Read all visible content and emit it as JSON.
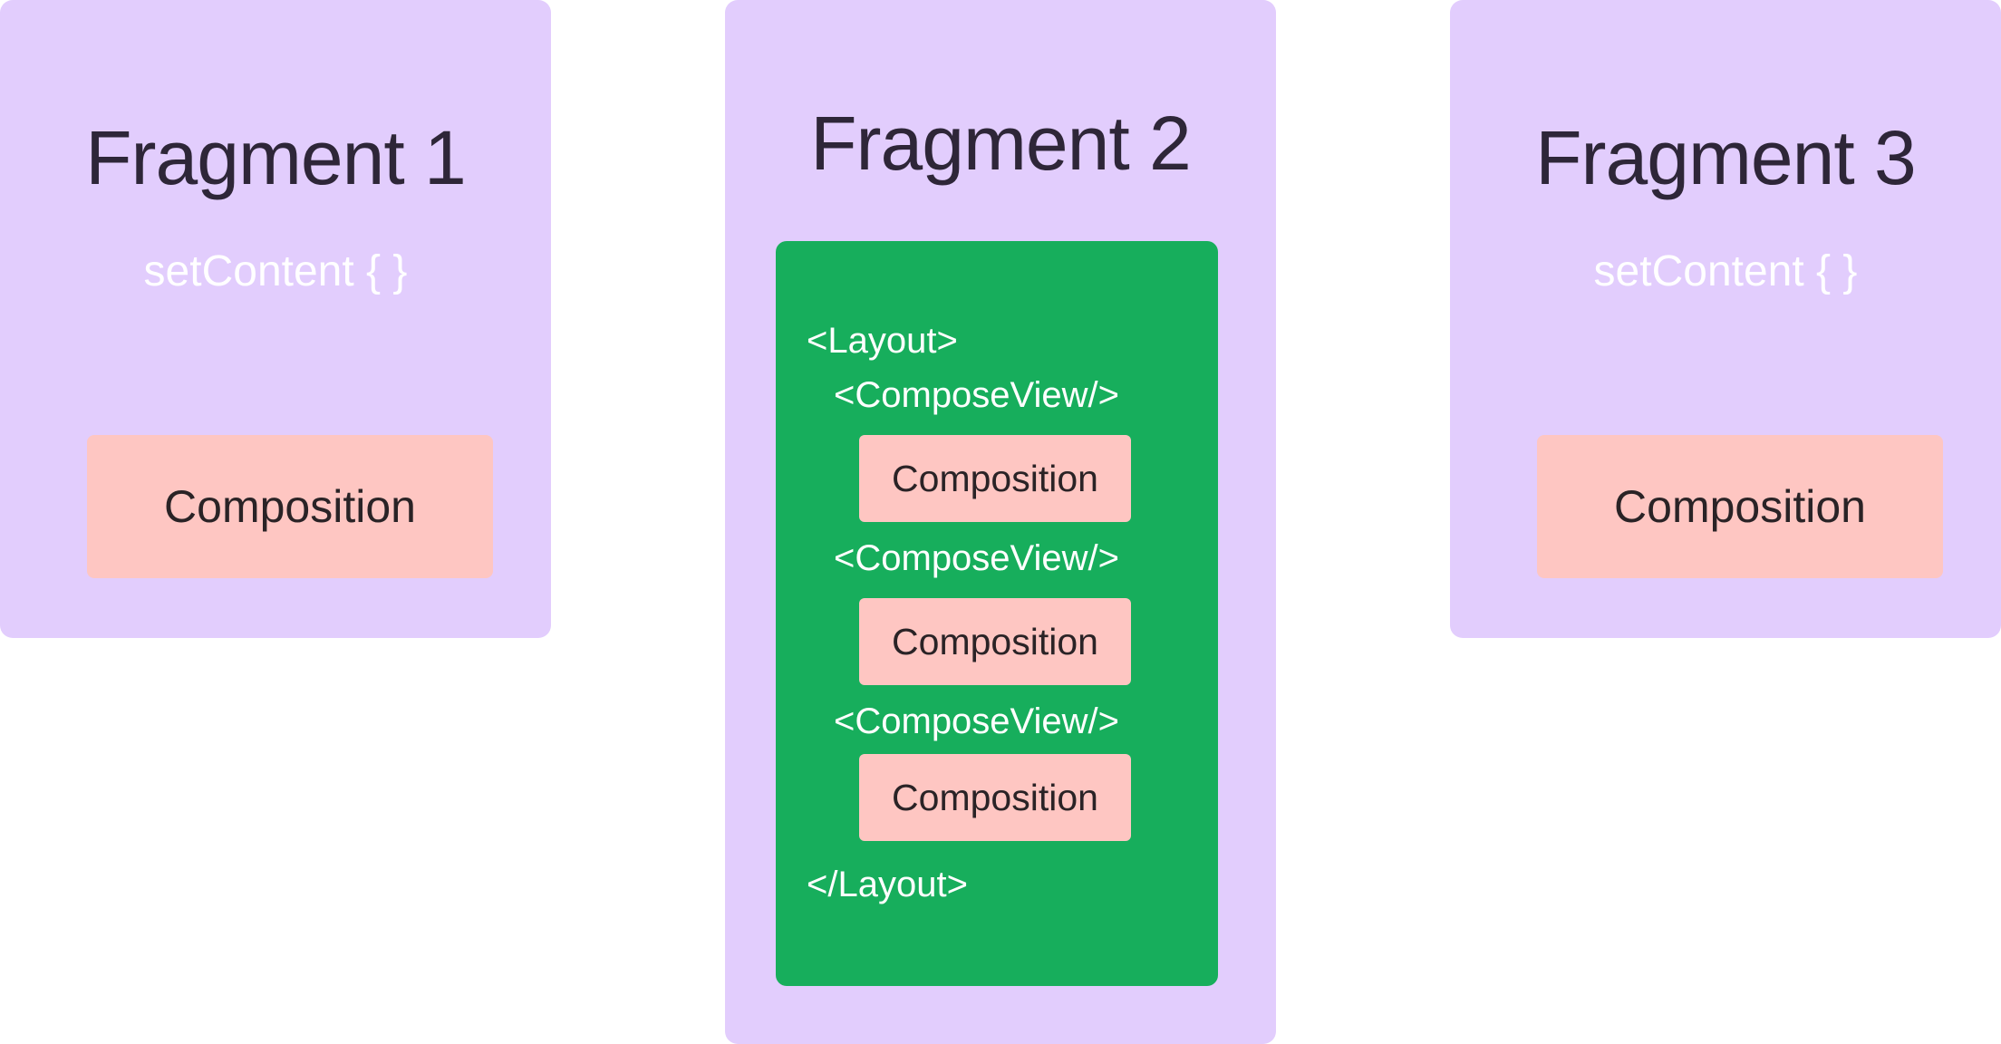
{
  "fragments": [
    {
      "title": "Fragment 1",
      "set_content": "setContent { }",
      "composition": "Composition"
    },
    {
      "title": "Fragment 2",
      "layout": {
        "open_tag": "<Layout>",
        "close_tag": "</Layout>",
        "compose_views": [
          {
            "tag": "<ComposeView/>",
            "composition": "Composition"
          },
          {
            "tag": "<ComposeView/>",
            "composition": "Composition"
          },
          {
            "tag": "<ComposeView/>",
            "composition": "Composition"
          }
        ]
      }
    },
    {
      "title": "Fragment 3",
      "set_content": "setContent { }",
      "composition": "Composition"
    }
  ],
  "colors": {
    "fragment_bg": "#e2cdfd",
    "layout_bg": "#17ae5c",
    "composition_bg": "#fec6c2",
    "title_text": "#2e2638"
  }
}
